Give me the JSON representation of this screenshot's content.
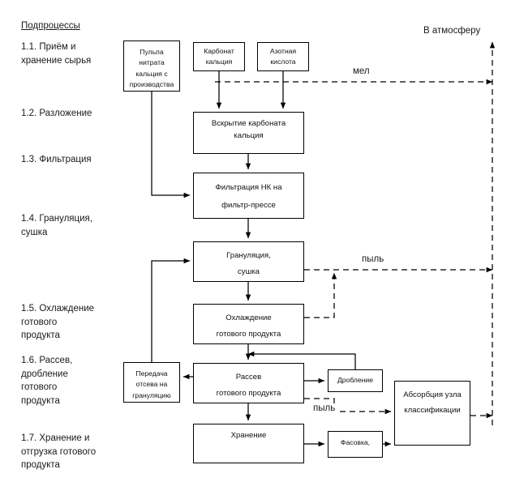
{
  "diagram": {
    "header": "Подпроцессы",
    "atmosphere_label": "В  атмосферу",
    "stages": [
      {
        "id": "1.1",
        "text": "1.1. Приём и\nхранение сырья"
      },
      {
        "id": "1.2",
        "text": "1.2. Разложение"
      },
      {
        "id": "1.3",
        "text": "1.3. Фильтрация"
      },
      {
        "id": "1.4",
        "text": "1.4. Грануляция,\nсушка"
      },
      {
        "id": "1.5",
        "text": "1.5. Охлаждение\nготового\nпродукта"
      },
      {
        "id": "1.6",
        "text": "1.6. Рассев,\nдробление\nготового\nпродукта"
      },
      {
        "id": "1.7",
        "text": "1.7. Хранение и\nотгрузка готового\nпродукта"
      }
    ],
    "nodes": [
      {
        "id": "pulp",
        "lines": [
          "Пульпа",
          "нитрата",
          "кальция с",
          "производства"
        ]
      },
      {
        "id": "carbonate",
        "lines": [
          "Карбонат",
          "кальция"
        ]
      },
      {
        "id": "nitric_acid",
        "lines": [
          "Азотная",
          "кислота"
        ]
      },
      {
        "id": "decomp",
        "lines": [
          "Вскрытие карбоната",
          "кальция"
        ]
      },
      {
        "id": "filtration",
        "lines": [
          "Фильтрация НК на",
          "фильтр-прессе"
        ]
      },
      {
        "id": "granulation",
        "lines": [
          "Грануляция,",
          "сушка"
        ]
      },
      {
        "id": "cooling",
        "lines": [
          "Охлаждение",
          "готового продукта"
        ]
      },
      {
        "id": "screening",
        "lines": [
          "Рассев",
          "готового продукта"
        ]
      },
      {
        "id": "recycle",
        "lines": [
          "Передача",
          "отсева на",
          "грануляцию"
        ]
      },
      {
        "id": "crushing",
        "lines": [
          "Дробление"
        ]
      },
      {
        "id": "storage",
        "lines": [
          "Хранение"
        ]
      },
      {
        "id": "packing",
        "lines": [
          "Фасовка,"
        ]
      },
      {
        "id": "absorption",
        "lines": [
          "Абсорбция узла",
          "классификации"
        ]
      }
    ],
    "flow_labels": [
      {
        "id": "chalk",
        "text": "мел"
      },
      {
        "id": "dust_1",
        "text": "пыль"
      },
      {
        "id": "dust_2",
        "text": "пыль"
      }
    ],
    "colors": {
      "line": "#000000",
      "box_border": "#000000",
      "background": "#ffffff",
      "text": "#111111"
    }
  }
}
